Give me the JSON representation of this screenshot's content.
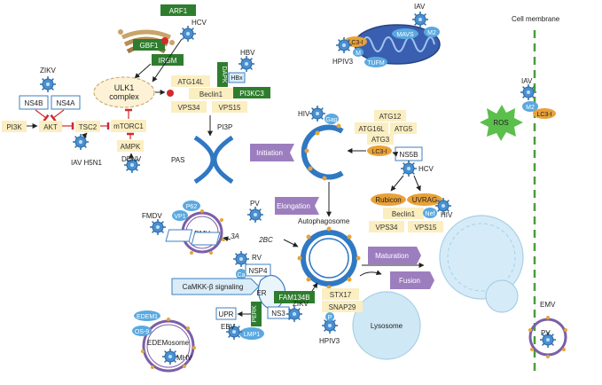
{
  "labels": {
    "cell_membrane": "Cell membrane",
    "ulk1_line1": "ULK1",
    "ulk1_line2": "complex",
    "pi3p": "PI3P",
    "pas": "PAS",
    "autophagosome": "Autophagosome",
    "lysosome": "Lysosome",
    "dmv": "DMV",
    "edemosome": "EDEMosome",
    "er": "ER",
    "camkk": "CaMKK-β signaling",
    "phospho": "P",
    "ca": "Ca",
    "m2": "M2",
    "ros": "ROS"
  },
  "stages": {
    "initiation": "Initiation",
    "elongation": "Elongation",
    "maturation": "Maturation",
    "fusion": "Fusion"
  },
  "proteins": {
    "arf1": "ARF1",
    "gbf1": "GBF1",
    "irgm": "IRGM",
    "dapk": "DAPK",
    "hbx": "HBx",
    "pi3kc3": "PI3KC3",
    "atg14l": "ATG14L",
    "beclin1": "Beclin1",
    "vps34": "VPS34",
    "vps15": "VPS15",
    "ns4b": "NS4B",
    "ns4a": "NS4A",
    "pi3k": "PI3K",
    "akt": "AKT",
    "tsc2": "TSC2",
    "mtorc1": "mTORC1",
    "ampk": "AMPK",
    "lc3i_top": "LC3-I",
    "mavs": "MAVS",
    "tufm": "TUFM",
    "atg12": "ATG12",
    "atg16l": "ATG16L",
    "atg5": "ATG5",
    "atg3": "ATG3",
    "lc3i_mid": "LC3-I",
    "ns5b": "NS5B",
    "gag": "Gag",
    "rubicon": "Rubicon",
    "uvrag": "UVRAG",
    "nef": "Nef",
    "beclin1_b": "Beclin1",
    "vps34_b": "VPS34",
    "vps15_b": "VPS15",
    "p62": "P62",
    "vp1": "VP1",
    "p3a": "3A",
    "p2bc": "2BC",
    "nsp4": "NSP4",
    "fam134b": "FAM134B",
    "perk": "PERK",
    "ns3": "NS3",
    "upr": "UPR",
    "lmp1": "LMP1",
    "stx17": "STX17",
    "snap29": "SNAP29",
    "edem1": "EDEM1",
    "os9": "OS-9",
    "lc3i_right": "LC3-I"
  },
  "viruses": {
    "iav_top": "IAV",
    "hpiv3_top": "HPIV3",
    "zikv_top": "ZIKV",
    "hcv_top": "HCV",
    "hbv": "HBV",
    "iav_h5n1": "IAV H5N1",
    "denv": "DENV",
    "hiv_left": "HIV",
    "hcv_mid": "HCV",
    "hiv_right": "HIV",
    "fmdv": "FMDV",
    "pv": "PV",
    "rv": "RV",
    "zikv_bottom": "ZIKV",
    "ebv": "EBV",
    "hpiv3_bottom": "HPIV3",
    "mhv": "MHV",
    "iav_right": "IAV",
    "emv": "EMV",
    "pv_right": "PV"
  },
  "colors": {
    "yellow_box": "#fbeec1",
    "yellow_text": "#333333",
    "green_box": "#2e7d2e",
    "blue_box": "#d9ecf7",
    "blue_outline": "#3f7fbf",
    "virus": "#4a8fcf",
    "stage_banner": "#9c7ebf",
    "membrane": "#2f78c4",
    "spike": "#e6a43a",
    "orange_box": "#e8a13a",
    "lysosome": "#cfe8f5",
    "mito": "#3a5fb0",
    "red": "#d22a2a",
    "ros": "#5bbf4c",
    "cell_membrane": "#4a9e3a"
  }
}
